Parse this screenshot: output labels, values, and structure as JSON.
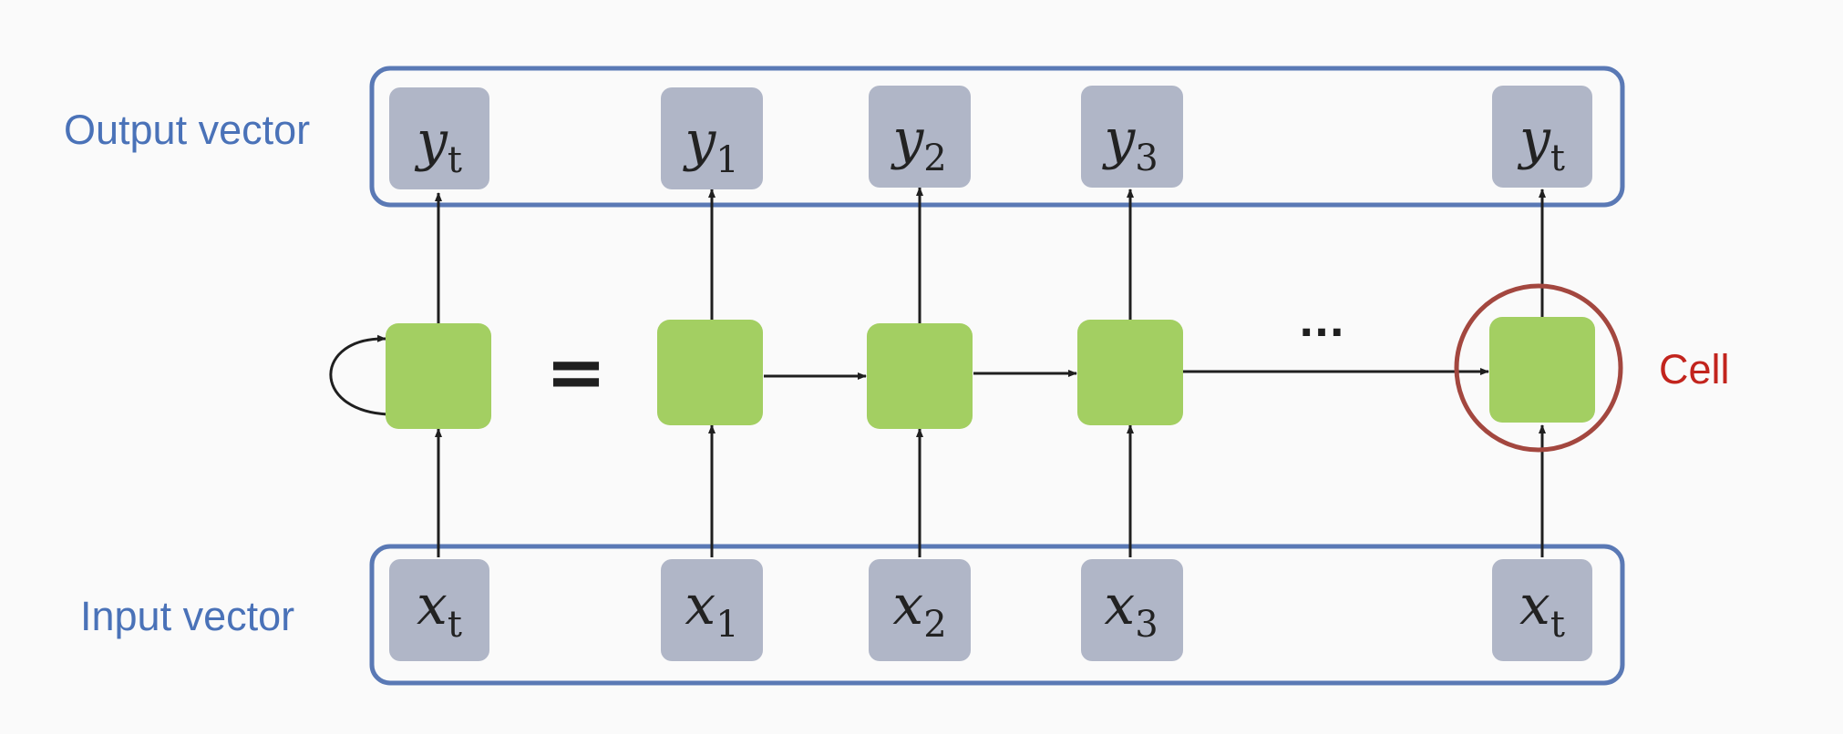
{
  "labels": {
    "output_vector": "Output vector",
    "input_vector": "Input vector",
    "cell": "Cell",
    "equals": "=",
    "ellipsis": "···"
  },
  "colors": {
    "label_blue": "#4a72b8",
    "cell_red": "#c2241d",
    "group_box": "#5a79b5",
    "vector_box": "#b0b6c7",
    "cell_green": "#a3cf62",
    "arrow": "#1f1f1f",
    "cell_highlight_circle": "#a3473f",
    "background": "#fafafa"
  },
  "folded": {
    "output": {
      "main": "y",
      "sub": "t"
    },
    "input": {
      "main": "x",
      "sub": "t"
    }
  },
  "unrolled_steps": [
    {
      "output": {
        "main": "y",
        "sub": "1"
      },
      "input": {
        "main": "x",
        "sub": "1"
      }
    },
    {
      "output": {
        "main": "y",
        "sub": "2"
      },
      "input": {
        "main": "x",
        "sub": "2"
      }
    },
    {
      "output": {
        "main": "y",
        "sub": "3"
      },
      "input": {
        "main": "x",
        "sub": "3"
      }
    },
    {
      "output": {
        "main": "y",
        "sub": "t"
      },
      "input": {
        "main": "x",
        "sub": "t"
      }
    }
  ]
}
